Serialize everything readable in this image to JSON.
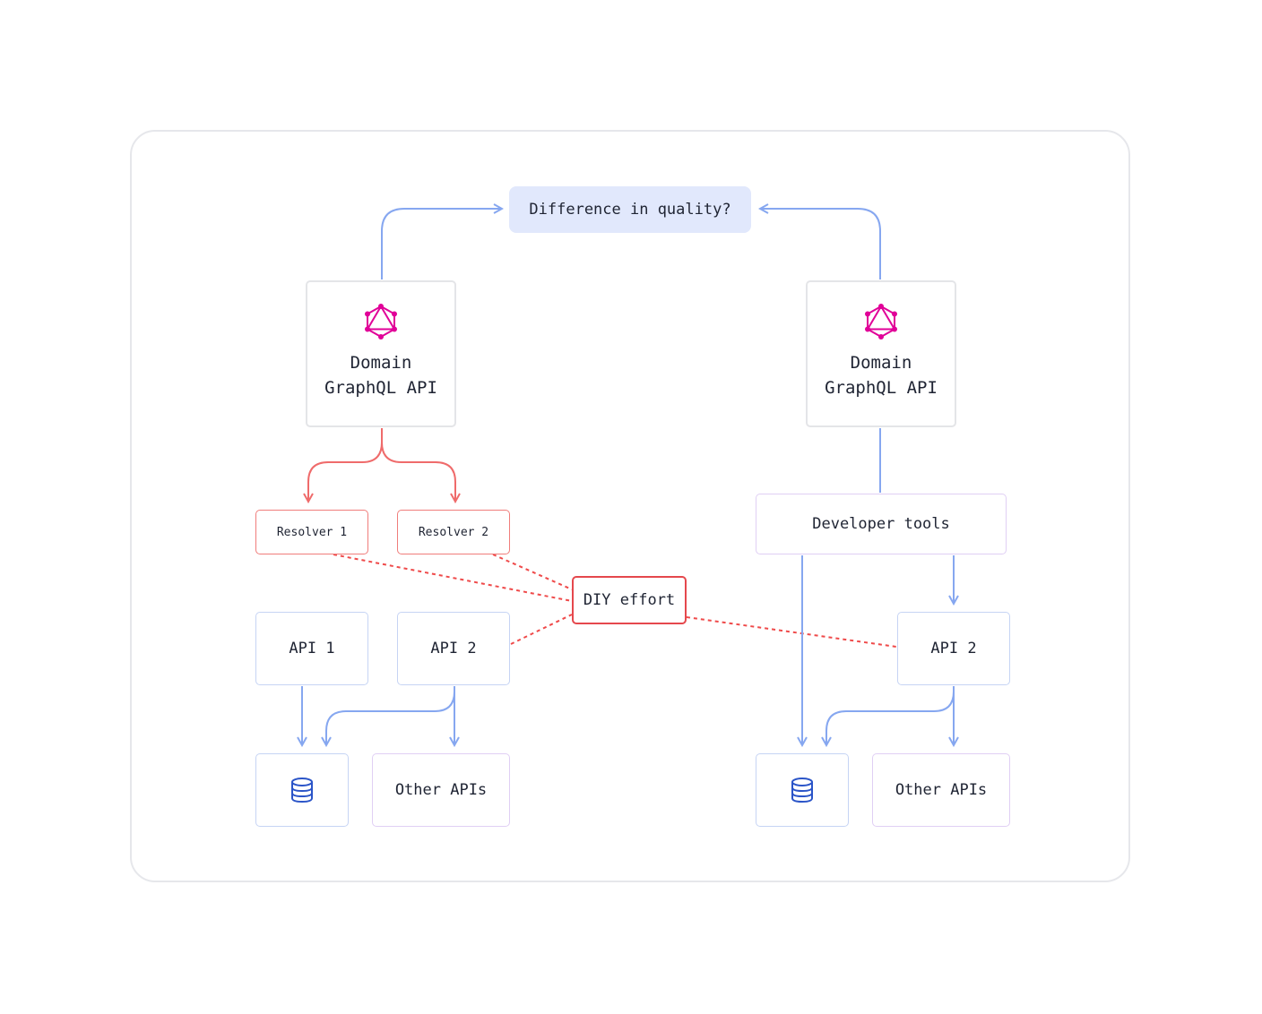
{
  "question": "Difference in quality?",
  "left": {
    "graphql_line1": "Domain",
    "graphql_line2": "GraphQL API",
    "resolver1": "Resolver 1",
    "resolver2": "Resolver 2",
    "api1": "API 1",
    "api2": "API 2",
    "other": "Other APIs"
  },
  "right": {
    "graphql_line1": "Domain",
    "graphql_line2": "GraphQL API",
    "devtools": "Developer tools",
    "api2": "API 2",
    "other": "Other APIs"
  },
  "diy": "DIY effort",
  "colors": {
    "blue_wire": "#86a7f0",
    "red_wire": "#ef6b6b",
    "graphql_pink": "#e10098",
    "db_blue": "#2a54c8"
  },
  "icons": [
    "graphql-logo-icon",
    "database-icon"
  ]
}
